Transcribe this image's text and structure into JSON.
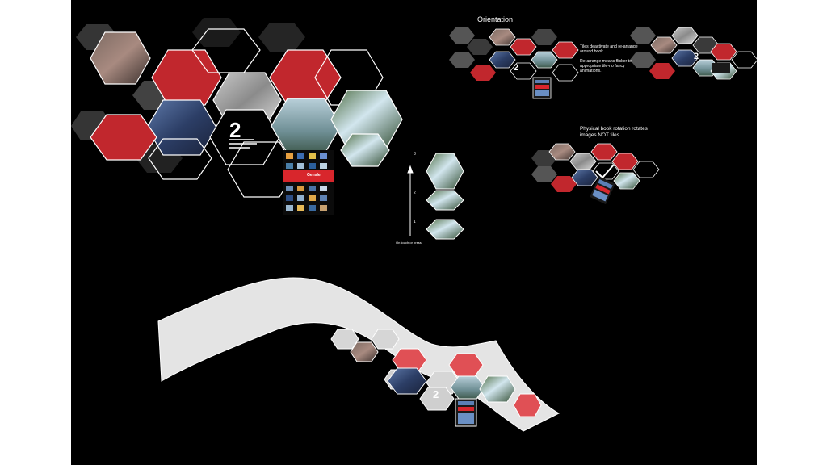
{
  "annotations": {
    "orientation_title": "Orientation",
    "tiles_note": "Tiles deactivate and re-arrange around book.",
    "rearrange_note": "Re-arrange means flicker to appropriate tile-no fancy animations.",
    "physical_note": "Physical book rotation rotates images NOT tiles.",
    "steps": [
      "3",
      "2",
      "1"
    ],
    "touch_label": "On touch or press"
  },
  "tiles": {
    "number": "2",
    "gensler_label": "Gensler"
  },
  "colors": {
    "background": "#000000",
    "accent_red": "#c1272d",
    "tile_outline": "#ffffff",
    "ghost_tile": "#555555",
    "ribbon": "#e4e4e4"
  }
}
